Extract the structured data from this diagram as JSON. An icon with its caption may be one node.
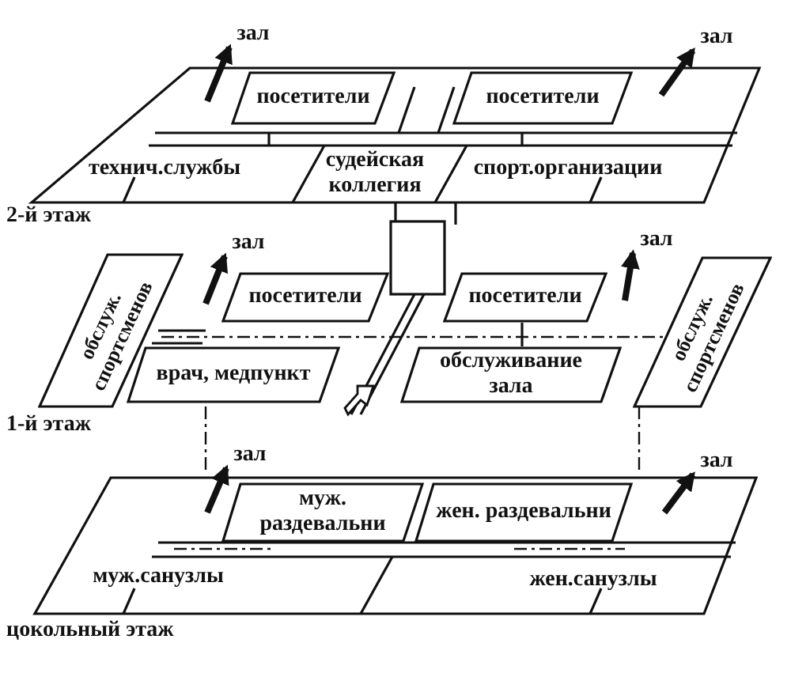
{
  "diagram": {
    "nodes": [
      {
        "text": [
          "зал"
        ]
      },
      {
        "text": [
          "зал"
        ]
      },
      {
        "text": [
          "посетители"
        ]
      },
      {
        "text": [
          "посетители"
        ]
      },
      {
        "text": [
          "технич.службы"
        ]
      },
      {
        "text": [
          "судейская коллегия"
        ]
      },
      {
        "text": [
          "спорт.организации"
        ]
      },
      {
        "text": [
          "зал"
        ]
      },
      {
        "text": [
          "зал"
        ]
      },
      {
        "text": [
          "обслуж. спортсменов"
        ]
      },
      {
        "text": [
          "посетители"
        ]
      },
      {
        "text": [
          "врач, медпункт"
        ]
      },
      {
        "text": [
          "посетители"
        ]
      },
      {
        "text": [
          "обслуживание зала"
        ]
      },
      {
        "text": [
          "обслуж. спортсменов"
        ]
      },
      {
        "text": [
          "зал"
        ]
      },
      {
        "text": [
          "зал"
        ]
      },
      {
        "text": [
          "муж. раздевальни"
        ]
      },
      {
        "text": [
          "жен. раздевальни"
        ]
      },
      {
        "text": [
          "муж.санузлы"
        ]
      },
      {
        "text": [
          "жен.санузлы"
        ]
      }
    ],
    "edges": [
      {
        "from": null,
        "to": 0,
        "arrow": "to"
      },
      {
        "from": null,
        "to": 1,
        "arrow": "to"
      },
      {
        "from": null,
        "to": 7,
        "arrow": "to"
      },
      {
        "from": null,
        "to": 8,
        "arrow": "to"
      },
      {
        "from": null,
        "to": 15,
        "arrow": "to"
      },
      {
        "from": null,
        "to": 16,
        "arrow": "to"
      }
    ],
    "labels": [
      "2-й этаж",
      "1-й этаж",
      "цокольный этаж"
    ]
  }
}
